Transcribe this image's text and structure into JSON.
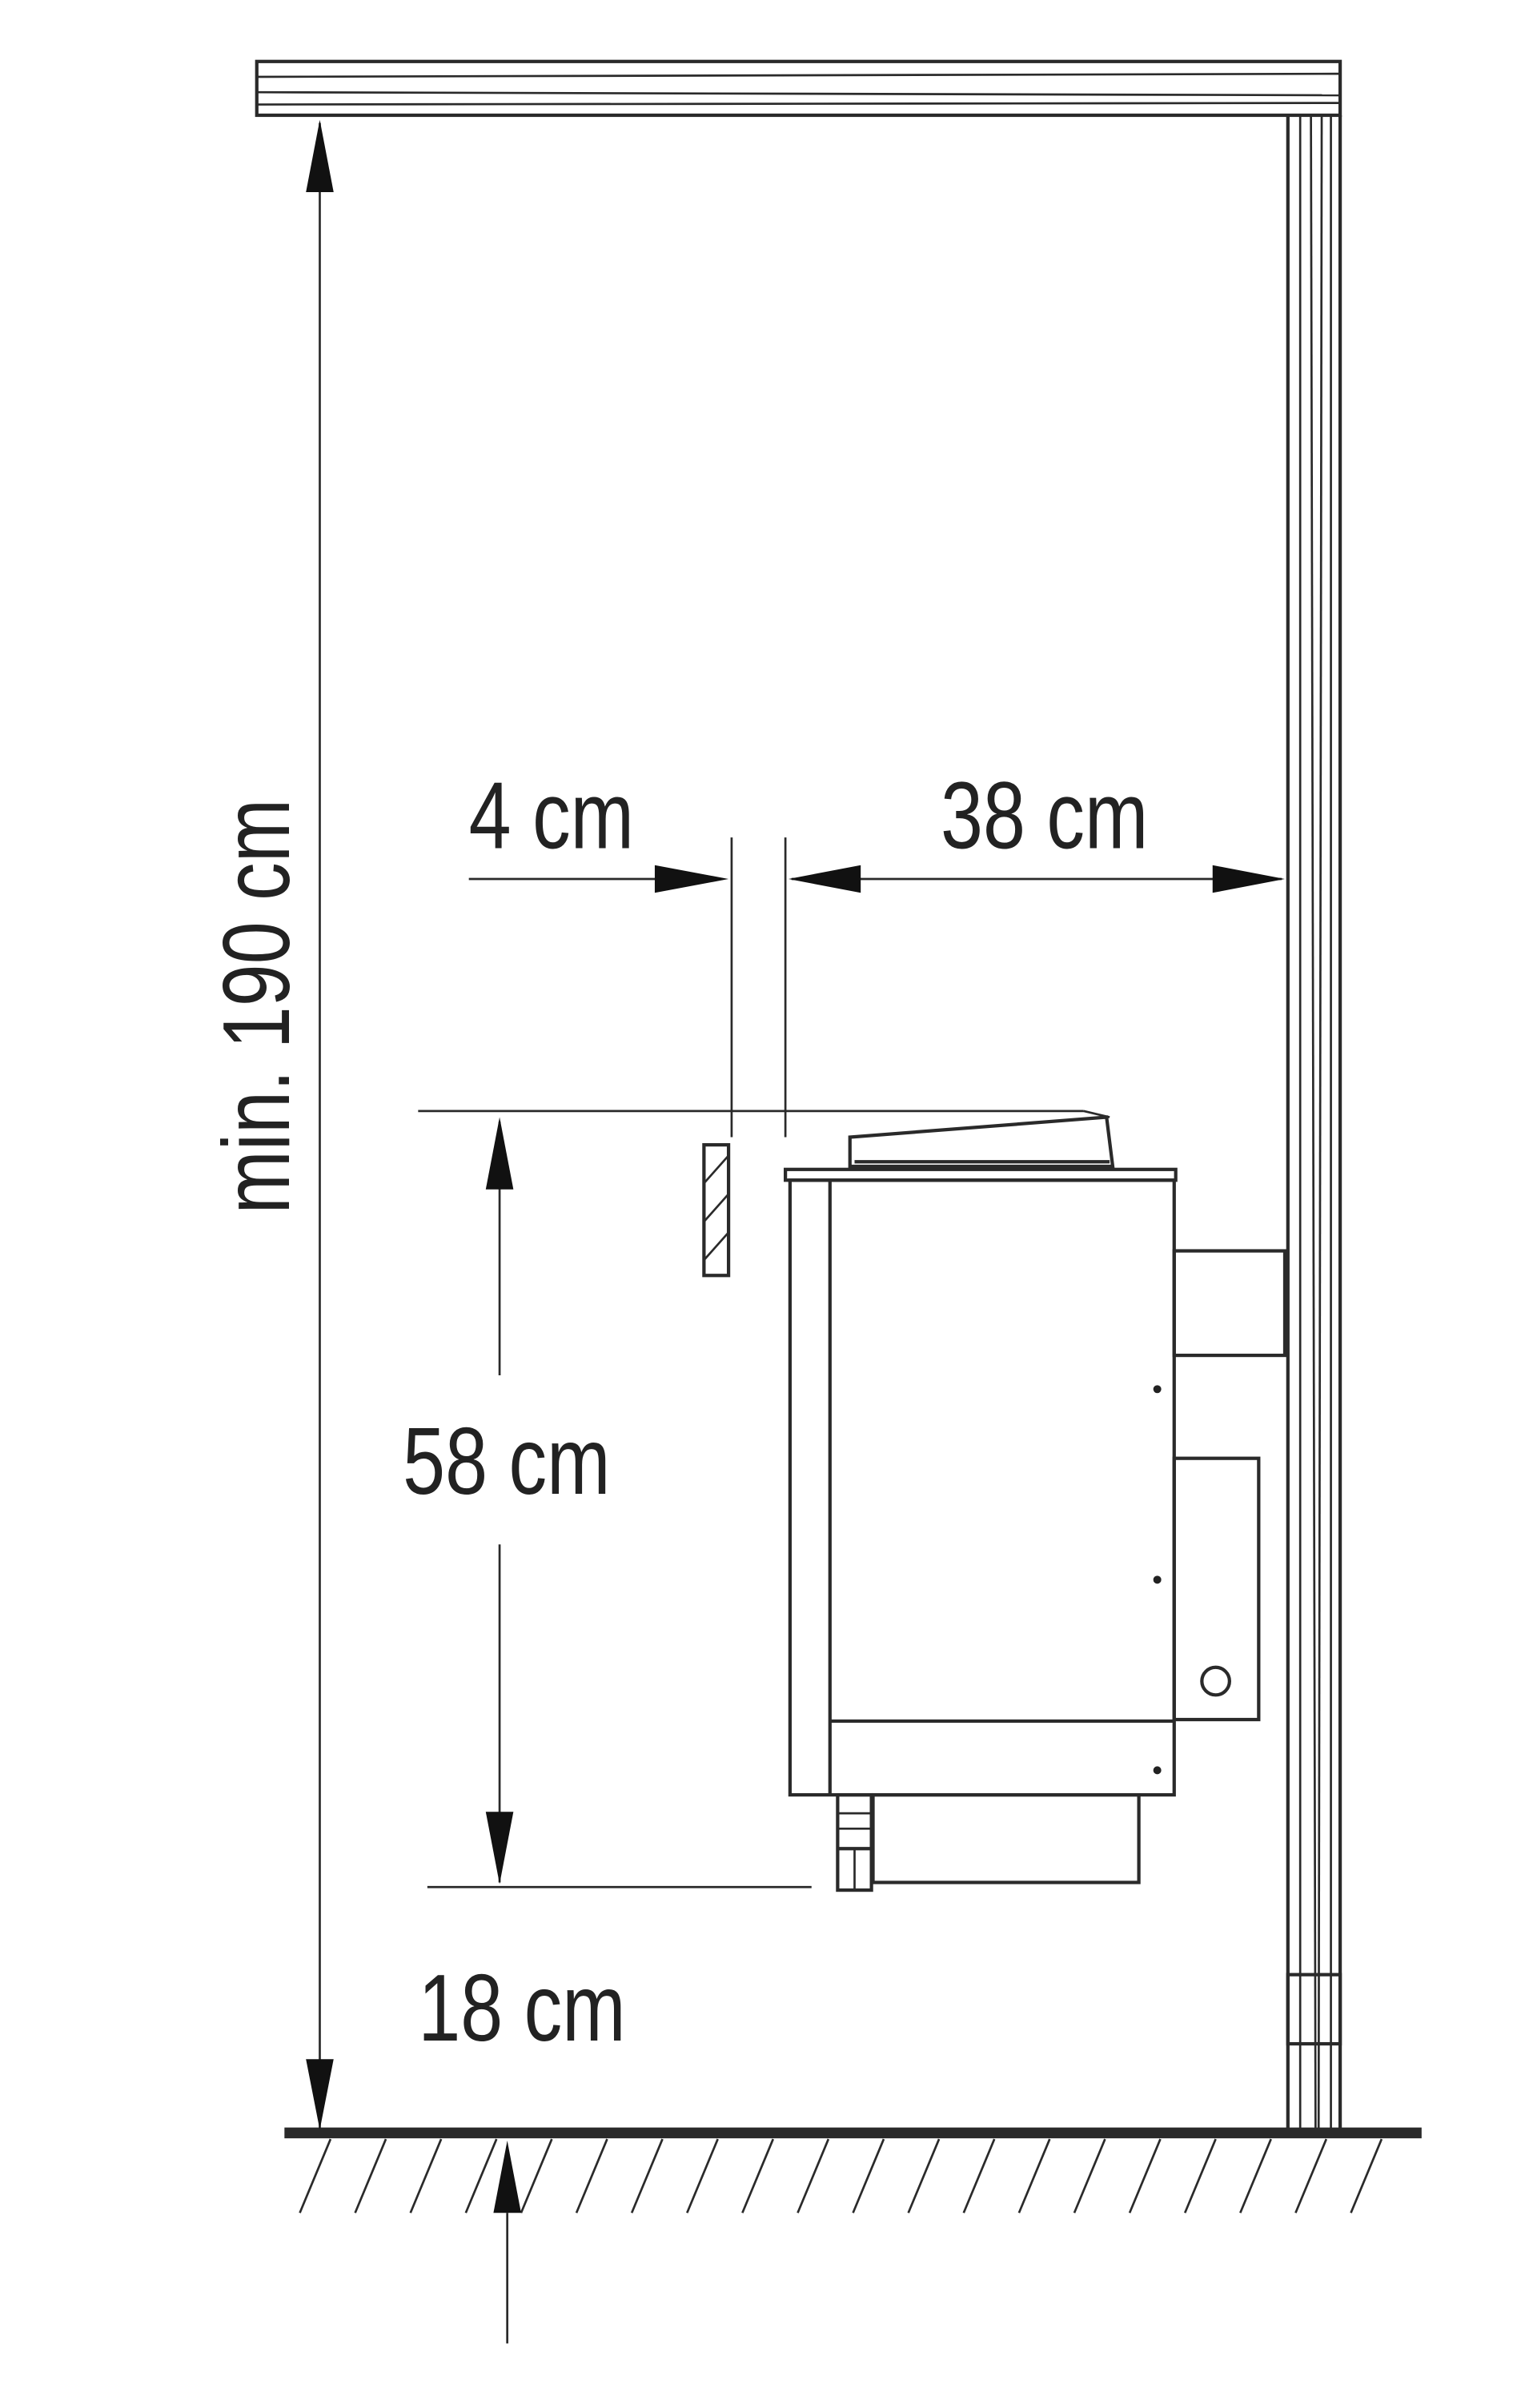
{
  "diagram": {
    "labels": {
      "min_height": "min. 190 cm",
      "side_clearance": "4 cm",
      "wall_clearance": "38 cm",
      "heater_height": "58 cm",
      "floor_clearance": "18 cm"
    },
    "colors": {
      "line": "#2a2a2a",
      "background": "#ffffff"
    }
  }
}
